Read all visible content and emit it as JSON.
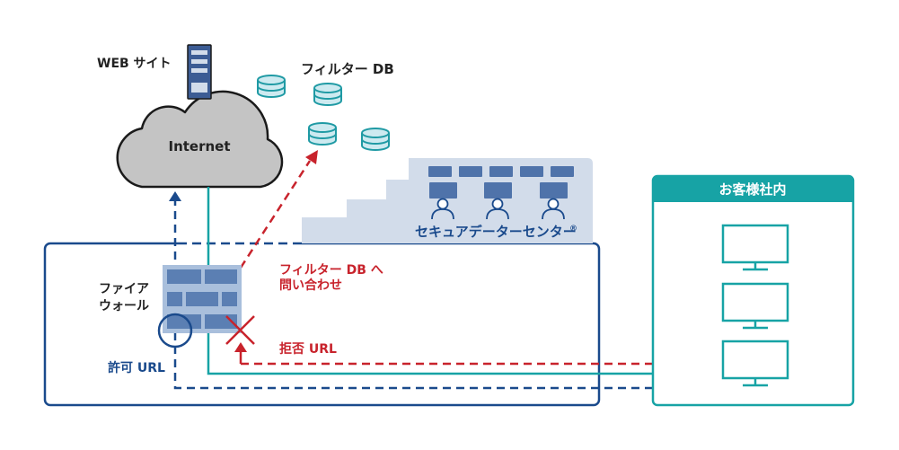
{
  "labels": {
    "web_site": "WEB サイト",
    "internet": "Internet",
    "filter_db": "フィルター DB",
    "secure_dc": "セキュアデーターセンター",
    "registered_mark": "®",
    "customer_office": "お客様社内",
    "firewall_line1": "ファイア",
    "firewall_line2": "ウォール",
    "query_line1": "フィルター DB へ",
    "query_line2": "問い合わせ",
    "deny_url": "拒否 URL",
    "allow_url": "許可 URL"
  },
  "colors": {
    "navy": "#1a4a8c",
    "teal": "#17a3a5",
    "red": "#c8232c",
    "cloud": "#c4c4c4",
    "dc_bg": "#d2dcea",
    "firewall": "#a9bfdc",
    "brick": "#5b7fb3",
    "db_fill": "#cdeaf0",
    "db_stroke": "#1f9aa4",
    "server": "#3c5c94"
  }
}
